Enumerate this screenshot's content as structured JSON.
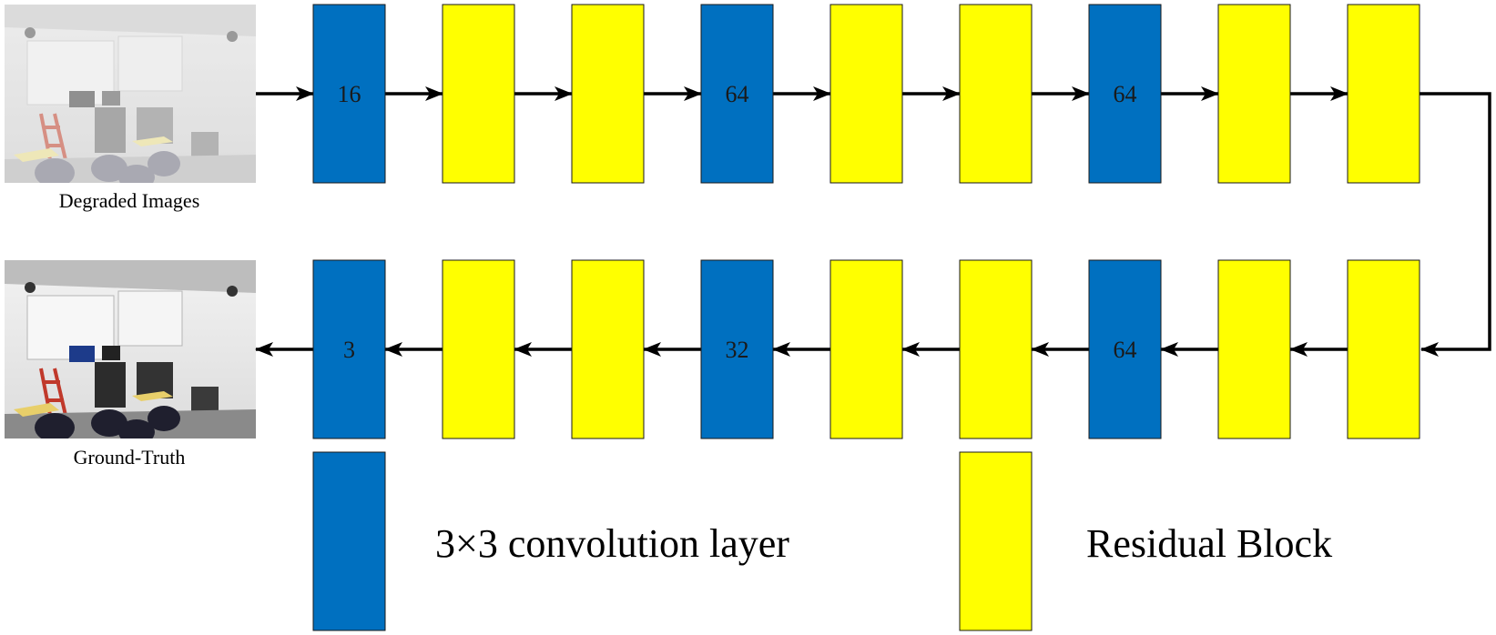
{
  "colors": {
    "conv": "#0070c0",
    "residual": "#ffff00",
    "arrow": "#000000"
  },
  "images": {
    "degraded": {
      "caption": "Degraded Images",
      "style": "hazy"
    },
    "ground_truth": {
      "caption": "Ground-Truth",
      "style": "clear"
    }
  },
  "pipeline": {
    "top_row": [
      {
        "kind": "conv",
        "label": "16"
      },
      {
        "kind": "residual",
        "label": ""
      },
      {
        "kind": "residual",
        "label": ""
      },
      {
        "kind": "conv",
        "label": "64"
      },
      {
        "kind": "residual",
        "label": ""
      },
      {
        "kind": "residual",
        "label": ""
      },
      {
        "kind": "conv",
        "label": "64"
      },
      {
        "kind": "residual",
        "label": ""
      },
      {
        "kind": "residual",
        "label": ""
      }
    ],
    "bottom_row": [
      {
        "kind": "conv",
        "label": "3"
      },
      {
        "kind": "residual",
        "label": ""
      },
      {
        "kind": "residual",
        "label": ""
      },
      {
        "kind": "conv",
        "label": "32"
      },
      {
        "kind": "residual",
        "label": ""
      },
      {
        "kind": "residual",
        "label": ""
      },
      {
        "kind": "conv",
        "label": "64"
      },
      {
        "kind": "residual",
        "label": ""
      },
      {
        "kind": "residual",
        "label": ""
      }
    ]
  },
  "legend": {
    "conv_label": "3×3 convolution layer",
    "residual_label": "Residual Block"
  }
}
